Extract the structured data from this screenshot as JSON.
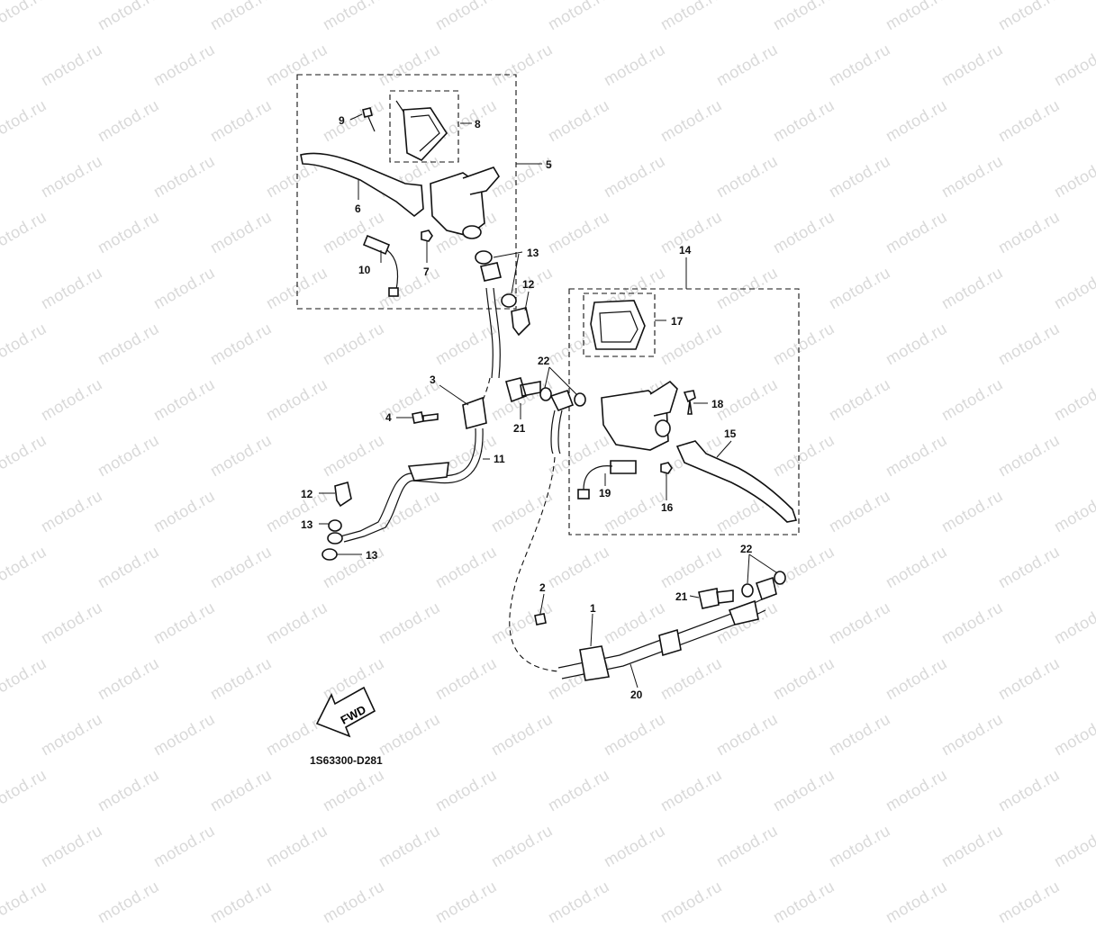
{
  "watermark_text": "motod.ru",
  "diagram_code": "1S63300-D281",
  "direction_label": "FWD",
  "callouts": [
    "1",
    "2",
    "3",
    "4",
    "5",
    "6",
    "7",
    "8",
    "9",
    "10",
    "11",
    "12",
    "13",
    "14",
    "15",
    "16",
    "17",
    "18",
    "19",
    "20",
    "21",
    "22"
  ]
}
